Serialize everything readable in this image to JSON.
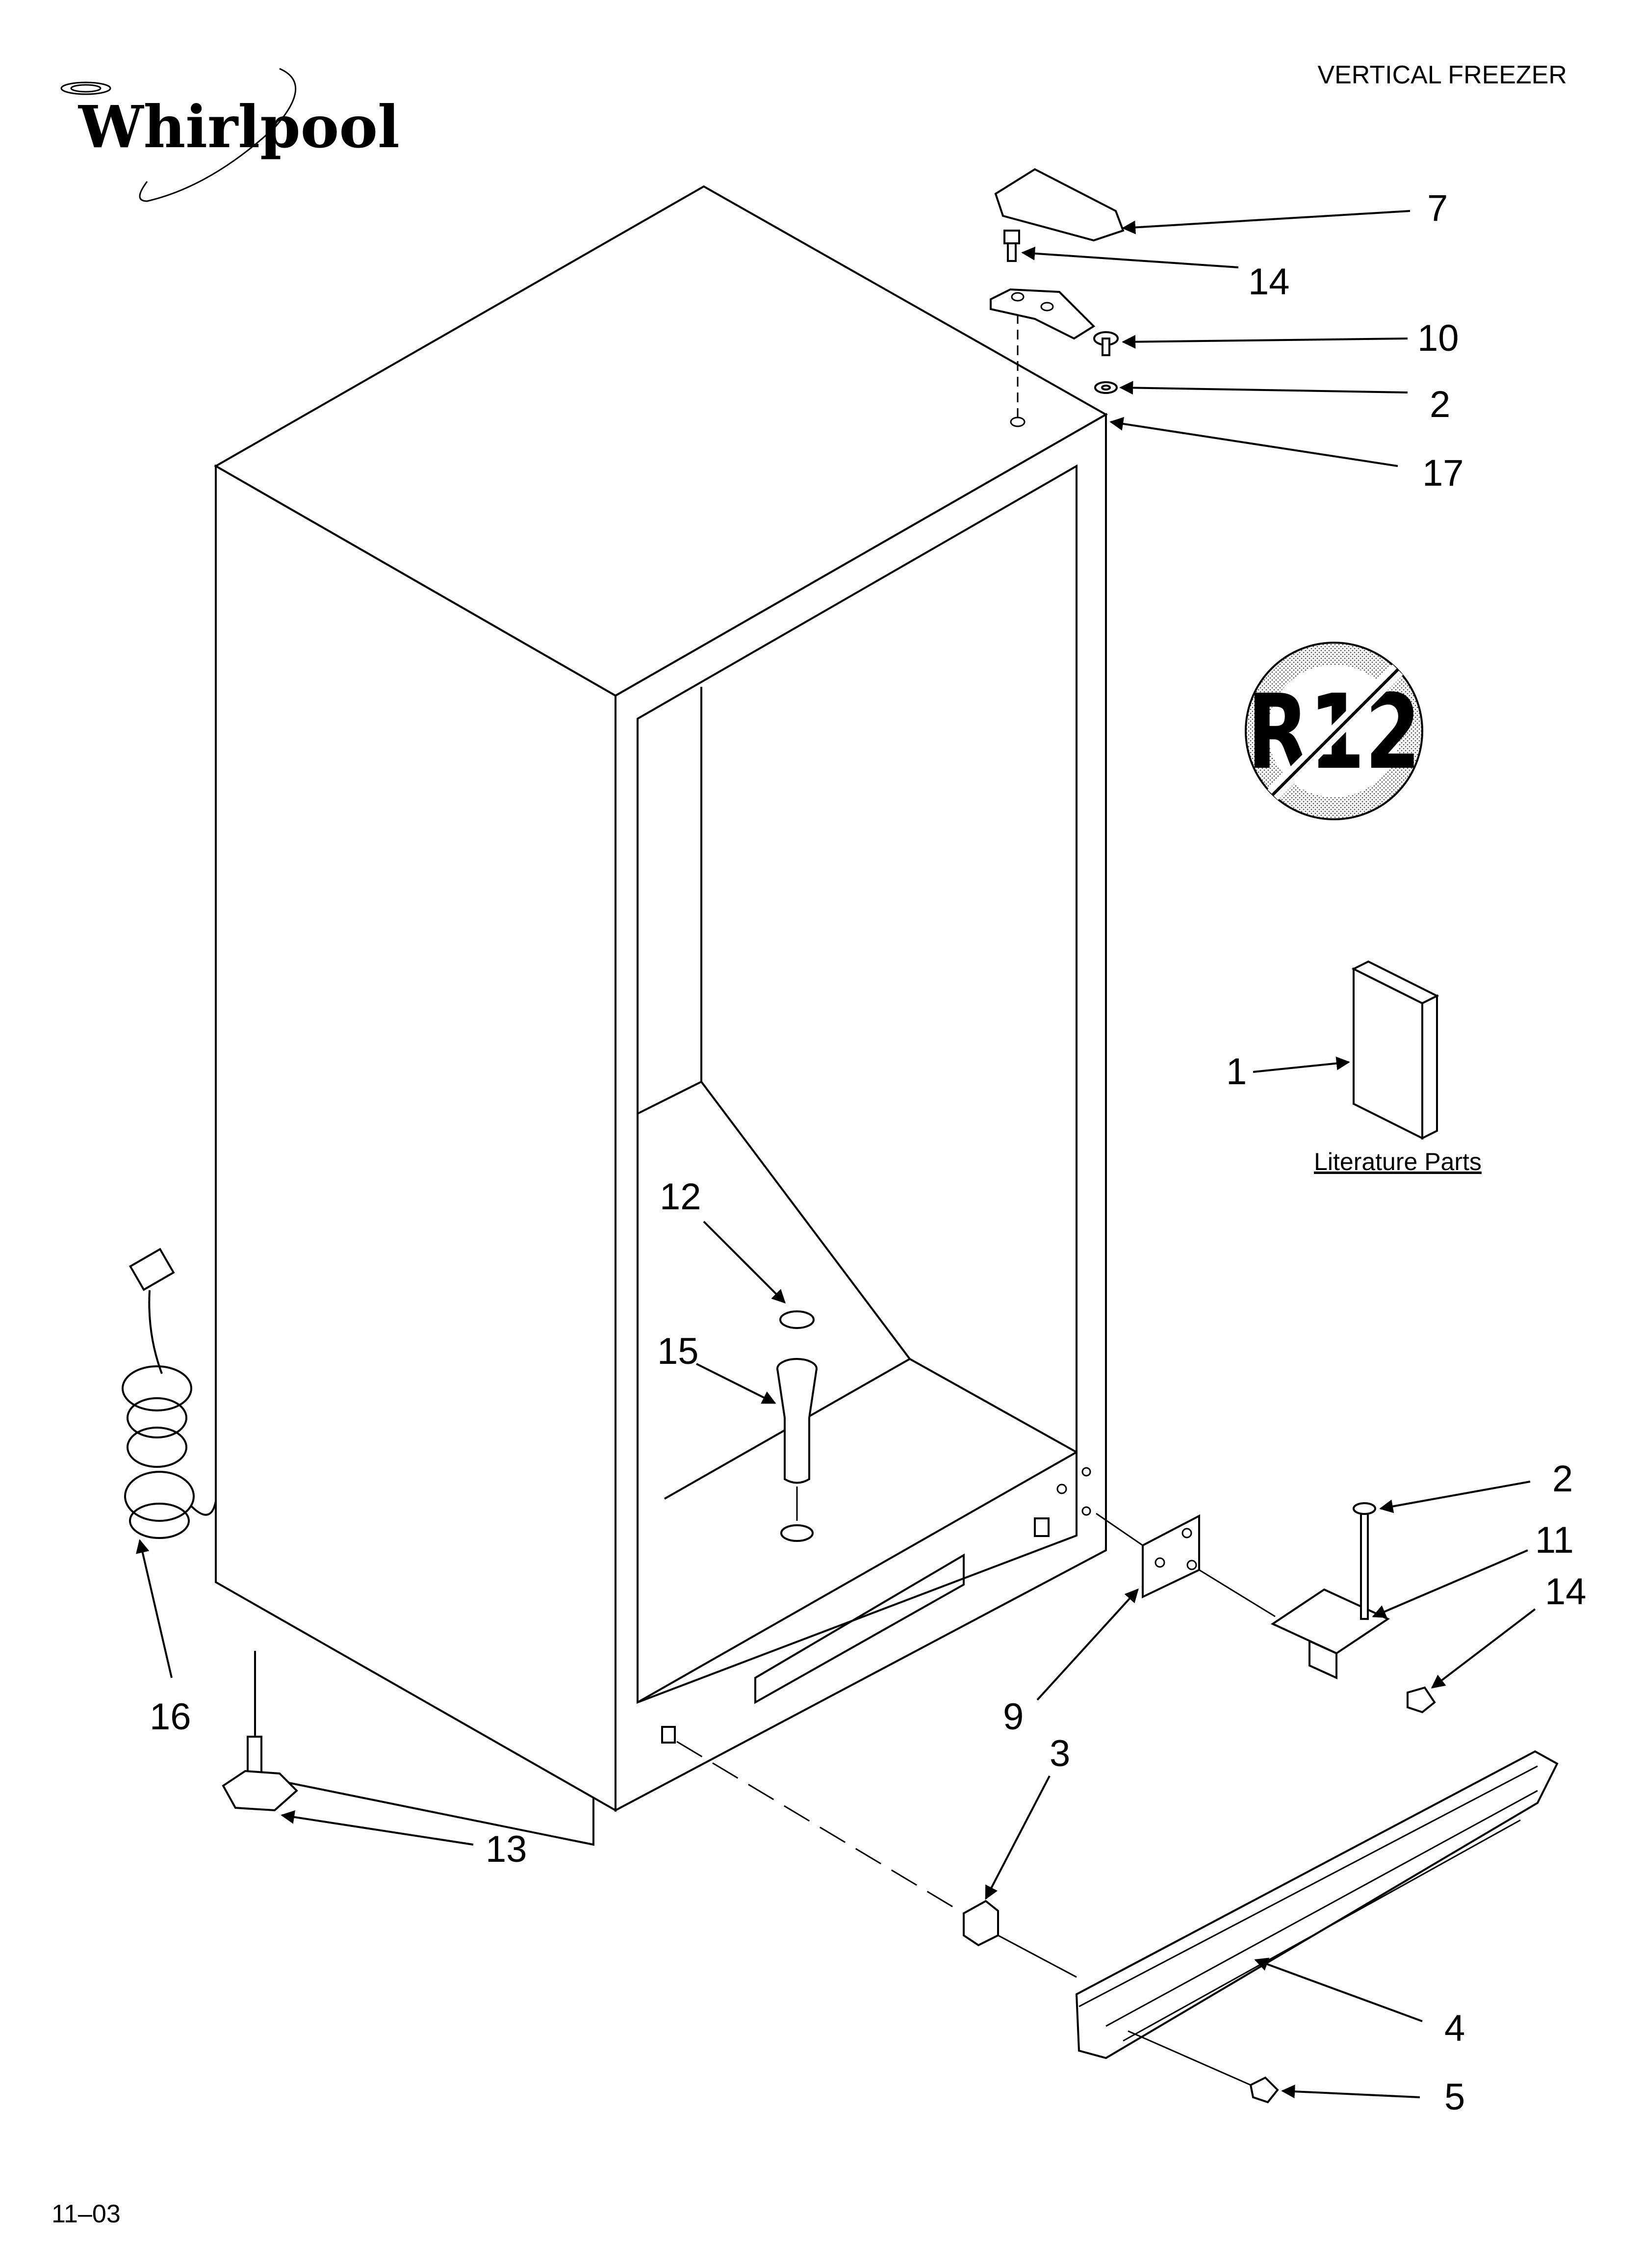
{
  "header": {
    "brand": "Whirlpool",
    "title": "VERTICAL FREEZER"
  },
  "footer": {
    "code": "11–03"
  },
  "badge": {
    "text": "R12",
    "meaning": "no-R12 symbol"
  },
  "literature": {
    "label": "Literature Parts"
  },
  "callouts": {
    "c7": "7",
    "c14_top": "14",
    "c10": "10",
    "c2_top": "2",
    "c17": "17",
    "c1": "1",
    "c12": "12",
    "c15": "15",
    "c2_right": "2",
    "c11": "11",
    "c14_right": "14",
    "c16": "16",
    "c9": "9",
    "c3": "3",
    "c13": "13",
    "c4": "4",
    "c5": "5"
  }
}
